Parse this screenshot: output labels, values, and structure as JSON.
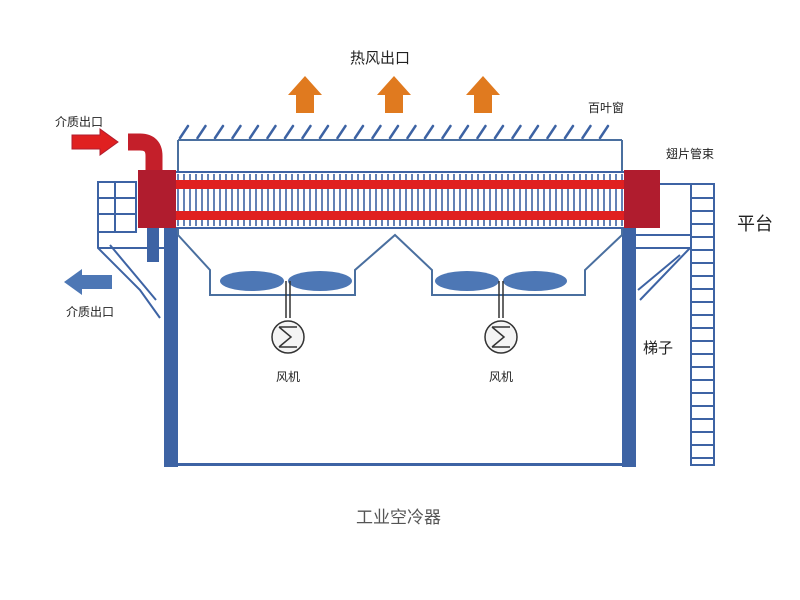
{
  "labels": {
    "hot_air_outlet": "热风出口",
    "medium_outlet_top": "介质出口",
    "medium_outlet_bottom": "介质出口",
    "louver": "百叶窗",
    "fin_tube_bundle": "翅片管束",
    "platform": "平台",
    "ladder": "梯子",
    "fan_left": "风机",
    "fan_right": "风机",
    "caption": "工业空冷器"
  },
  "colors": {
    "frame_blue": "#3d63a4",
    "tube_red": "#e02020",
    "header_red": "#b01c2e",
    "arrow_orange": "#e07a1f",
    "fan_blue": "#4d77b5",
    "outline": "#4a6f9f"
  },
  "icons": {
    "hot_air_arrow": "up-arrow-icon",
    "inlet_arrow": "right-arrow-icon",
    "outlet_arrow": "left-arrow-icon",
    "motor": "motor-icon"
  }
}
